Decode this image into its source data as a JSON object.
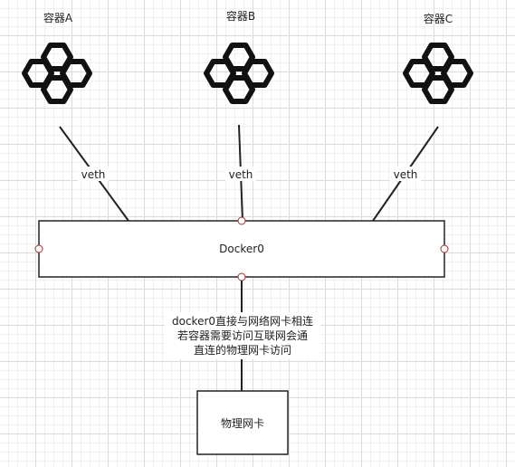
{
  "containers": [
    {
      "id": "a",
      "label": "容器A",
      "icon": "container-icon"
    },
    {
      "id": "b",
      "label": "容器B",
      "icon": "container-icon"
    },
    {
      "id": "c",
      "label": "容器C",
      "icon": "container-icon"
    }
  ],
  "links": {
    "veth_label": "veth"
  },
  "bridge": {
    "label": "Docker0"
  },
  "note": {
    "lines": [
      "docker0直接与网络网卡相连",
      "若容器需要访问互联网会通",
      "直连的物理网卡访问"
    ]
  },
  "nic": {
    "label": "物理网卡"
  },
  "colors": {
    "line": "#222222",
    "port_stroke": "#a03030",
    "icon": "#111111"
  }
}
